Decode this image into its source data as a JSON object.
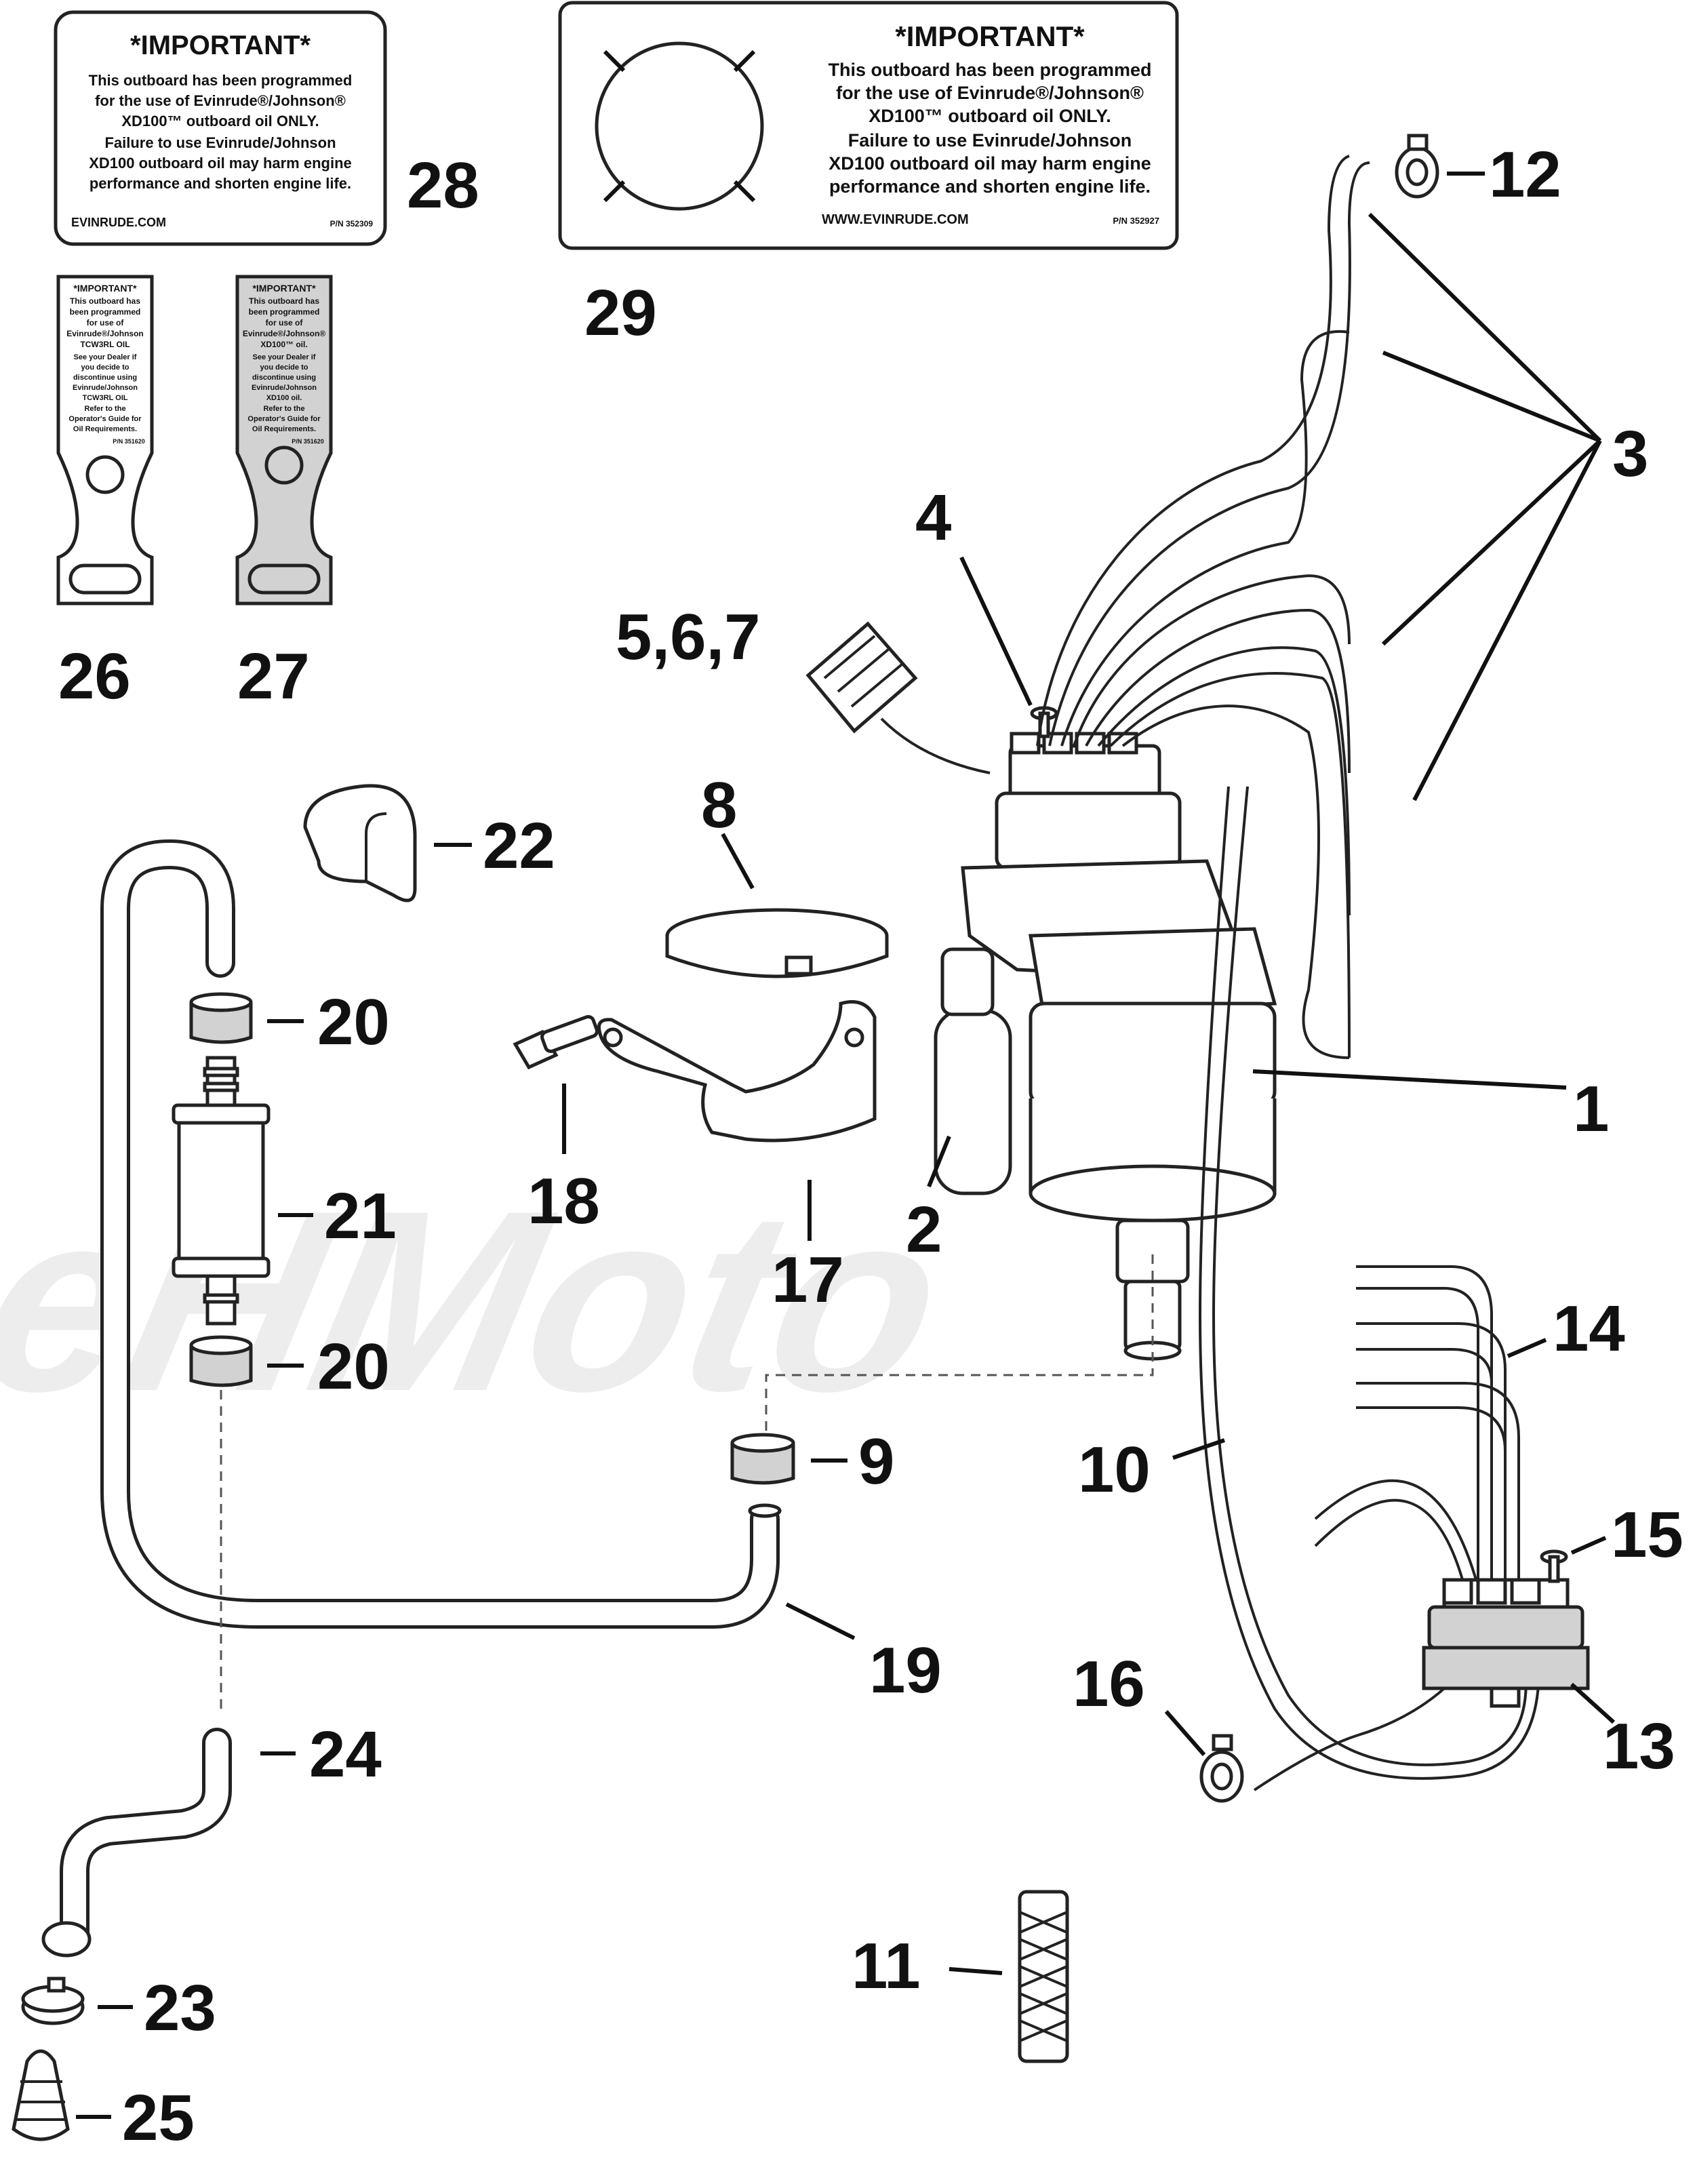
{
  "watermark": "AeHMoto",
  "decal_28": {
    "title": "*IMPORTANT*",
    "lines": [
      "This outboard has been programmed",
      "for the use of Evinrude®/Johnson®",
      "XD100™ outboard oil ONLY.",
      "Failure to use Evinrude/Johnson",
      "XD100 outboard oil may harm engine",
      "performance and shorten engine life."
    ],
    "website": "EVINRUDE.COM",
    "part_no": "P/N 352309"
  },
  "decal_29": {
    "title": "*IMPORTANT*",
    "lines": [
      "This outboard has been programmed",
      "for the use of Evinrude®/Johnson®",
      "XD100™ outboard oil ONLY.",
      "Failure to use Evinrude/Johnson",
      "XD100 outboard oil may harm engine",
      "performance and shorten engine life."
    ],
    "website": "WWW.EVINRUDE.COM",
    "part_no": "P/N 352927"
  },
  "tag_26": {
    "lines": [
      "*IMPORTANT*",
      "This outboard has",
      "been programmed",
      "for use of",
      "Evinrude®/Johnson",
      "TCW3RL OIL",
      "See your Dealer if",
      "you decide to",
      "discontinue using",
      "Evinrude/Johnson",
      "TCW3RL OIL",
      "Refer to the",
      "Operator's Guide for",
      "Oil Requirements."
    ],
    "part_no": "P/N 351620"
  },
  "tag_27": {
    "lines": [
      "*IMPORTANT*",
      "This outboard has",
      "been programmed",
      "for use of",
      "Evinrude®/Johnson®",
      "XD100™ oil.",
      "See your Dealer if",
      "you decide to",
      "discontinue using",
      "Evinrude/Johnson",
      "XD100 oil.",
      "Refer to the",
      "Operator's Guide for",
      "Oil Requirements."
    ],
    "part_no": "P/N 351620"
  },
  "callouts": {
    "c1": "1",
    "c2": "2",
    "c3": "3",
    "c4": "4",
    "c567": "5,6,7",
    "c8": "8",
    "c9": "9",
    "c10": "10",
    "c11": "11",
    "c12": "12",
    "c13": "13",
    "c14": "14",
    "c15": "15",
    "c16": "16",
    "c17": "17",
    "c18": "18",
    "c19": "19",
    "c20a": "20",
    "c20b": "20",
    "c21": "21",
    "c22": "22",
    "c23": "23",
    "c24": "24",
    "c25": "25",
    "c26": "26",
    "c27": "27",
    "c28": "28",
    "c29": "29"
  }
}
